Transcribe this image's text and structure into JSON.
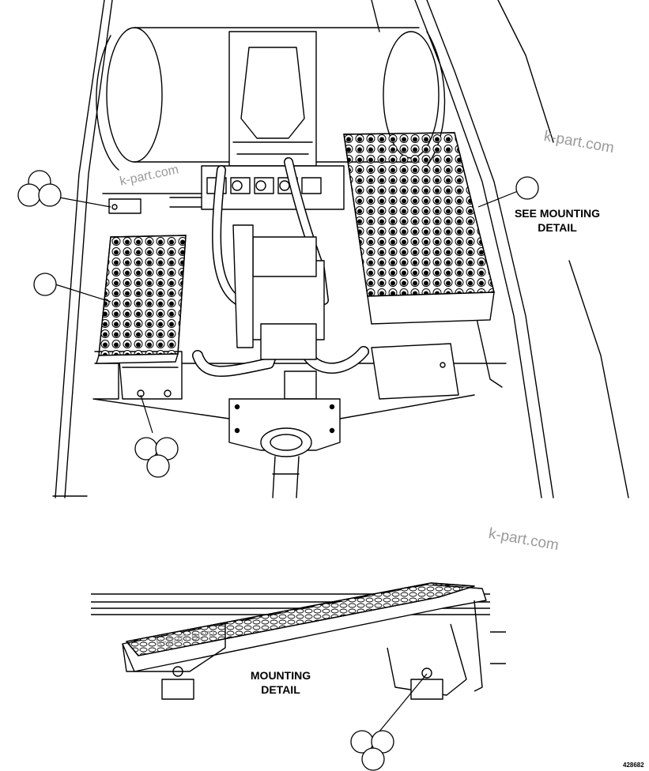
{
  "diagram": {
    "callout_see_mounting": [
      "SEE MOUNTING",
      "DETAIL"
    ],
    "callout_mounting_detail": [
      "MOUNTING",
      "DETAIL"
    ],
    "figure_number": "428682",
    "watermarks": [
      "k-part.com",
      "k-part.com",
      "k-part.com",
      "k-part.com"
    ],
    "callout_bubbles": [
      {
        "count": 3,
        "target": "bracket-bolt"
      },
      {
        "count": 1,
        "target": "left-step"
      },
      {
        "count": 3,
        "target": "left-step-bracket-bolt"
      },
      {
        "count": 1,
        "target": "right-step"
      },
      {
        "count": 3,
        "target": "mounting-bolt"
      }
    ]
  }
}
